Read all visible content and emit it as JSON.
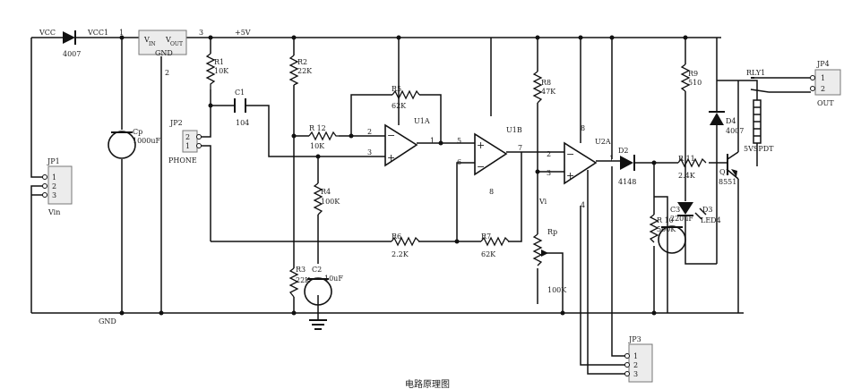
{
  "nets": {
    "vcc": "VCC",
    "vcc1": "VCC1",
    "plus5": "+5V",
    "gnd": "GND",
    "vi": "Vi"
  },
  "regulator": {
    "vin": "V",
    "vin_sub": "IN",
    "vout": "V",
    "vout_sub": "OUT",
    "gnd": "GND",
    "pin1": "1",
    "pin2": "2",
    "pin3": "3"
  },
  "diodes": {
    "d_in": "4007",
    "d2_ref": "D2",
    "d2_val": "4148",
    "d3_ref": "D3",
    "d3_val": "LED4",
    "d4_ref": "D4",
    "d4_val": "4007"
  },
  "caps": {
    "cp_ref": "Cp",
    "cp_val": "1000uF",
    "c1_ref": "C1",
    "c1_val": "104",
    "c2_ref": "C2",
    "c2_val": "10uF",
    "c3_ref": "C3",
    "c3_val": "220uF"
  },
  "resistors": {
    "r1_ref": "R1",
    "r1_val": "10K",
    "r2_ref": "R2",
    "r2_val": "22K",
    "r3_ref": "R3",
    "r3_val": "22K",
    "r4_ref": "R4",
    "r4_val": "100K",
    "r5_ref": "R5",
    "r5_val": "62K",
    "r6_ref": "R6",
    "r6_val": "2.2K",
    "r7_ref": "R7",
    "r7_val": "62K",
    "r8_ref": "R8",
    "r8_val": "47K",
    "r9_ref": "R9",
    "r9_val": "510",
    "r10_ref": "R 10",
    "r10_val": "500K",
    "r11_ref": "R 11",
    "r11_val": "2.4K",
    "r12_ref": "R 12",
    "r12_val": "10K",
    "rp_ref": "Rp",
    "rp_val": "100K"
  },
  "opamps": {
    "u1a": "U1A",
    "u1b": "U1B",
    "u2a": "U2A",
    "minus": "−",
    "plus": "+"
  },
  "pins": {
    "p1": "1",
    "p2": "2",
    "p3": "3",
    "p4": "4",
    "p5": "5",
    "p6": "6",
    "p7": "7",
    "p8": "8"
  },
  "connectors": {
    "jp1_ref": "JP1",
    "jp1_label": "Vin",
    "jp1_pins": [
      "1",
      "2",
      "3"
    ],
    "jp2_ref": "JP2",
    "jp2_label": "PHONE",
    "jp2_pins": [
      "2",
      "1"
    ],
    "jp3_ref": "JP3",
    "jp3_pins": [
      "1",
      "2",
      "3"
    ],
    "jp4_ref": "JP4",
    "jp4_label": "OUT",
    "jp4_pins": [
      "1",
      "2"
    ]
  },
  "relay": {
    "ref": "RLY1",
    "type": "5VSPDT"
  },
  "transistor": {
    "ref": "Q1",
    "val": "8551"
  },
  "caption": "电路原理图"
}
